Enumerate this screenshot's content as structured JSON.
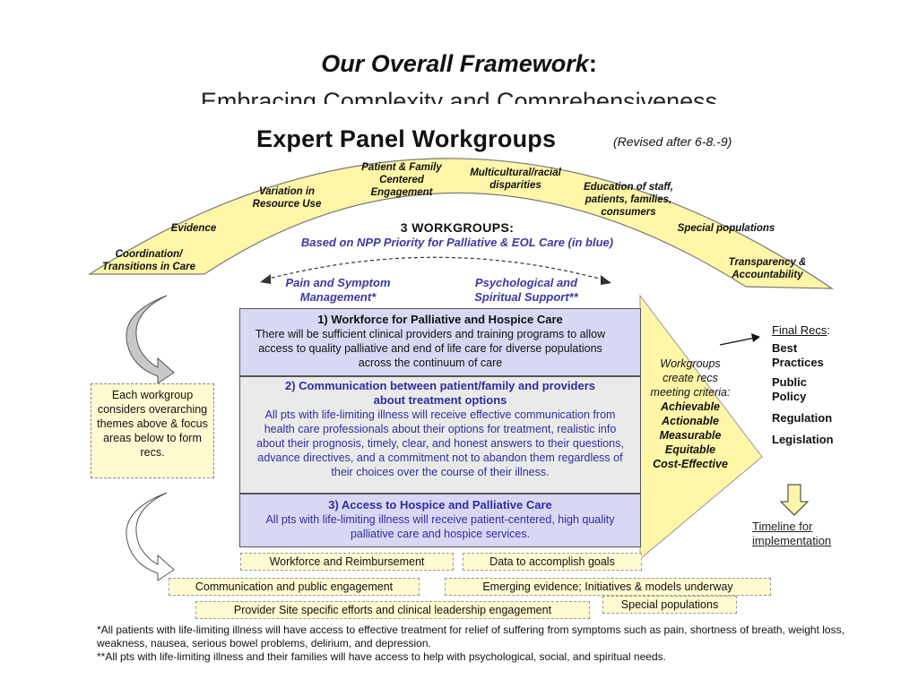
{
  "slide": {
    "title": "Our Overall Framework",
    "title_colon": ":",
    "subtitle": "Embracing Complexity and Comprehensiveness"
  },
  "panel": {
    "title": "Expert Panel Workgroups",
    "revised": "(Revised after 6-8.-9)"
  },
  "arch_themes": [
    "Coordination/ Transitions in Care",
    "Evidence",
    "Variation in Resource Use",
    "Patient & Family Centered Engagement",
    "Multicultural/racial disparities",
    "Education of staff, patients, families, consumers",
    "Special populations",
    "Transparency & Accountability"
  ],
  "workgroups": {
    "heading": "3 WORKGROUPS:",
    "subheading": "Based on NPP Priority for Palliative & EOL Care (in blue)",
    "left_domain": "Pain and Symptom Management*",
    "right_domain": "Psychological and Spiritual Support**",
    "boxes": [
      {
        "title": "1) Workforce for Palliative and Hospice Care",
        "body": "There will be sufficient clinical providers and training programs to allow access to quality palliative and end of life care for diverse populations across the continuum of care"
      },
      {
        "title": "2) Communication between patient/family and providers about treatment options",
        "body": "All pts with life-limiting illness will receive effective communication from health care professionals about their options for treatment, realistic info about their prognosis, timely, clear, and honest answers to their questions, advance directives, and a commitment not to abandon them regardless of their choices over the course of their illness."
      },
      {
        "title": "3) Access to Hospice and Palliative Care",
        "body": "All pts with life-limiting illness will receive patient-centered, high quality palliative care and hospice services."
      }
    ]
  },
  "side_note": "Each workgroup considers overarching themes above & focus areas below to form recs.",
  "criteria": {
    "intro": "Workgroups create recs meeting criteria:",
    "items": [
      "Achievable",
      "Actionable",
      "Measurable",
      "Equitable",
      "Cost-Effective"
    ]
  },
  "final_recs": {
    "label": "Final Recs",
    "colon": ":",
    "items": [
      "Best Practices",
      "Public Policy",
      "Regulation",
      "Legislation"
    ]
  },
  "timeline": "Timeline for implementation",
  "focus_areas": {
    "workforce": "Workforce and Reimbursement",
    "data": "Data to accomplish goals",
    "communication": "Communication and public engagement",
    "emerging": "Emerging evidence; Initiatives & models underway",
    "provider": "Provider Site specific efforts and clinical leadership engagement",
    "special": "Special populations"
  },
  "footnotes": [
    "*All patients with life-limiting illness will have access to effective treatment for relief of suffering from symptoms such as pain, shortness of breath, weight loss, weakness, nausea, serious bowel problems, delirium, and depression.",
    "**All pts with life-limiting illness and their families will have access to help with psychological, social, and spiritual needs."
  ],
  "colors": {
    "arch_fill": "#fff6a8",
    "box_blue": "#d8d8f4",
    "box_gray": "#eaeaea",
    "blue_text": "#3a3aa0",
    "tag_fill": "#fffad0"
  }
}
